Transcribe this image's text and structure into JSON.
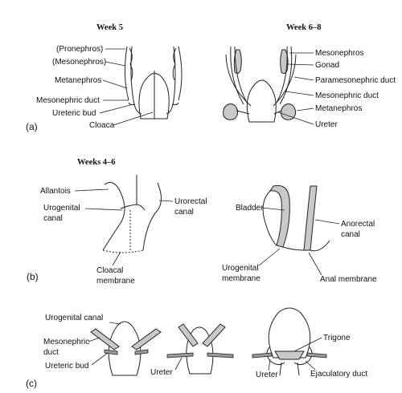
{
  "headings": {
    "week5": "Week 5",
    "week68": "Week 6–8",
    "week46": "Weeks 4–6"
  },
  "panels": {
    "a": "(a)",
    "b": "(b)",
    "c": "(c)"
  },
  "labels_a_left": [
    "(Pronephros)",
    "(Mesonephros)",
    "Metanephros",
    "Mesonephric duct",
    "Ureteric bud",
    "Cloaca"
  ],
  "labels_a_right": [
    "Mesonephros",
    "Gonad",
    "Paramesonephric duct",
    "Mesonephric duct",
    "Metanephros",
    "Ureter"
  ],
  "labels_b": {
    "allantois": "Allantois",
    "urogenital_canal_line1": "Urogenital",
    "urogenital_canal_line2": "canal",
    "urorectal_canal_line1": "Urorectal",
    "urorectal_canal_line2": "canal",
    "cloacal_membrane_line1": "Cloacal",
    "cloacal_membrane_line2": "membrane",
    "bladder": "Bladder",
    "anorectal_canal_line1": "Anorectal",
    "anorectal_canal_line2": "canal",
    "urogenital_membrane_line1": "Urogenital",
    "urogenital_membrane_line2": "membrane",
    "anal_membrane": "Anal membrane"
  },
  "labels_c": {
    "urogenital_canal": "Urogenital canal",
    "mesonephric_duct_line1": "Mesonephric",
    "mesonephric_duct_line2": "duct",
    "ureteric_bud": "Ureteric bud",
    "ureter_middle": "Ureter",
    "trigone": "Trigone",
    "ureter_right": "Ureter",
    "ejaculatory_duct": "Ejaculatory duct"
  }
}
